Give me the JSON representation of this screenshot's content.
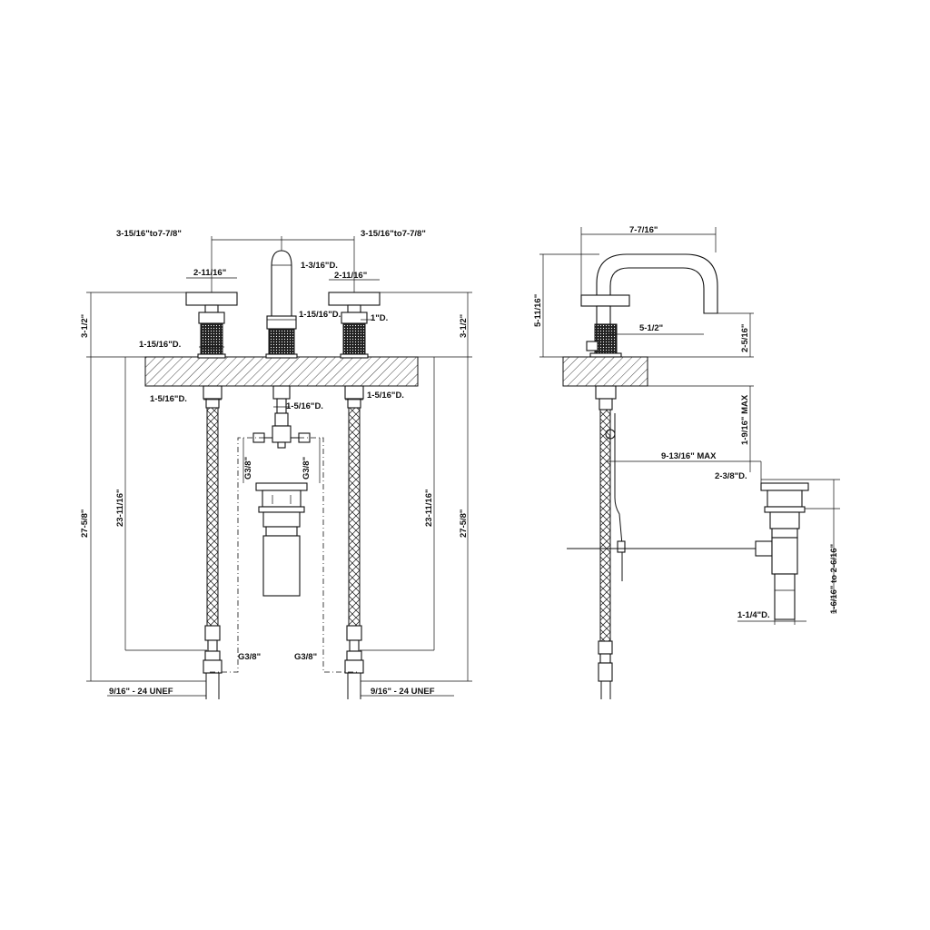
{
  "front_view": {
    "spread_left": "3-15/16\"to7-7/8\"",
    "spread_right": "3-15/16\"to7-7/8\"",
    "spout_dia": "1-3/16\"D.",
    "handle_width_left": "2-11/16\"",
    "handle_width_right": "2-11/16\"",
    "handle_height_left": "3-1/2\"",
    "handle_height_right": "3-1/2\"",
    "spout_base_dia": "1-15/16\"D.",
    "right_body_dia": "1\"D.",
    "left_body_dia": "1-15/16\"D.",
    "left_shank_dia": "1-5/16\"D.",
    "right_shank_dia": "1-5/16\"D.",
    "center_shank_dia": "1-5/16\"D.",
    "overall_height_left": "27-5/8\"",
    "overall_height_right": "27-5/8\"",
    "hose_length_left": "23-11/16\"",
    "hose_length_right": "23-11/16\"",
    "conn_g38_1": "G3/8\"",
    "conn_g38_2": "G3/8\"",
    "conn_g38_3": "G3/8\"",
    "conn_g38_4": "G3/8\"",
    "thread_left": "9/16\" - 24 UNEF",
    "thread_right": "9/16\" - 24 UNEF"
  },
  "side_view": {
    "spout_reach": "7-7/16\"",
    "spout_height": "5-11/16\"",
    "spout_offset": "5-1/2\"",
    "handle_height": "2-5/16\"",
    "deck_thickness": "1-9/16\" MAX",
    "drain_reach": "9-13/16\" MAX",
    "drain_flange_dia": "2-3/8\"D.",
    "drain_height": "1-6/16\" to 2-6/16\"",
    "drain_tail_dia": "1-1/4\"D."
  }
}
